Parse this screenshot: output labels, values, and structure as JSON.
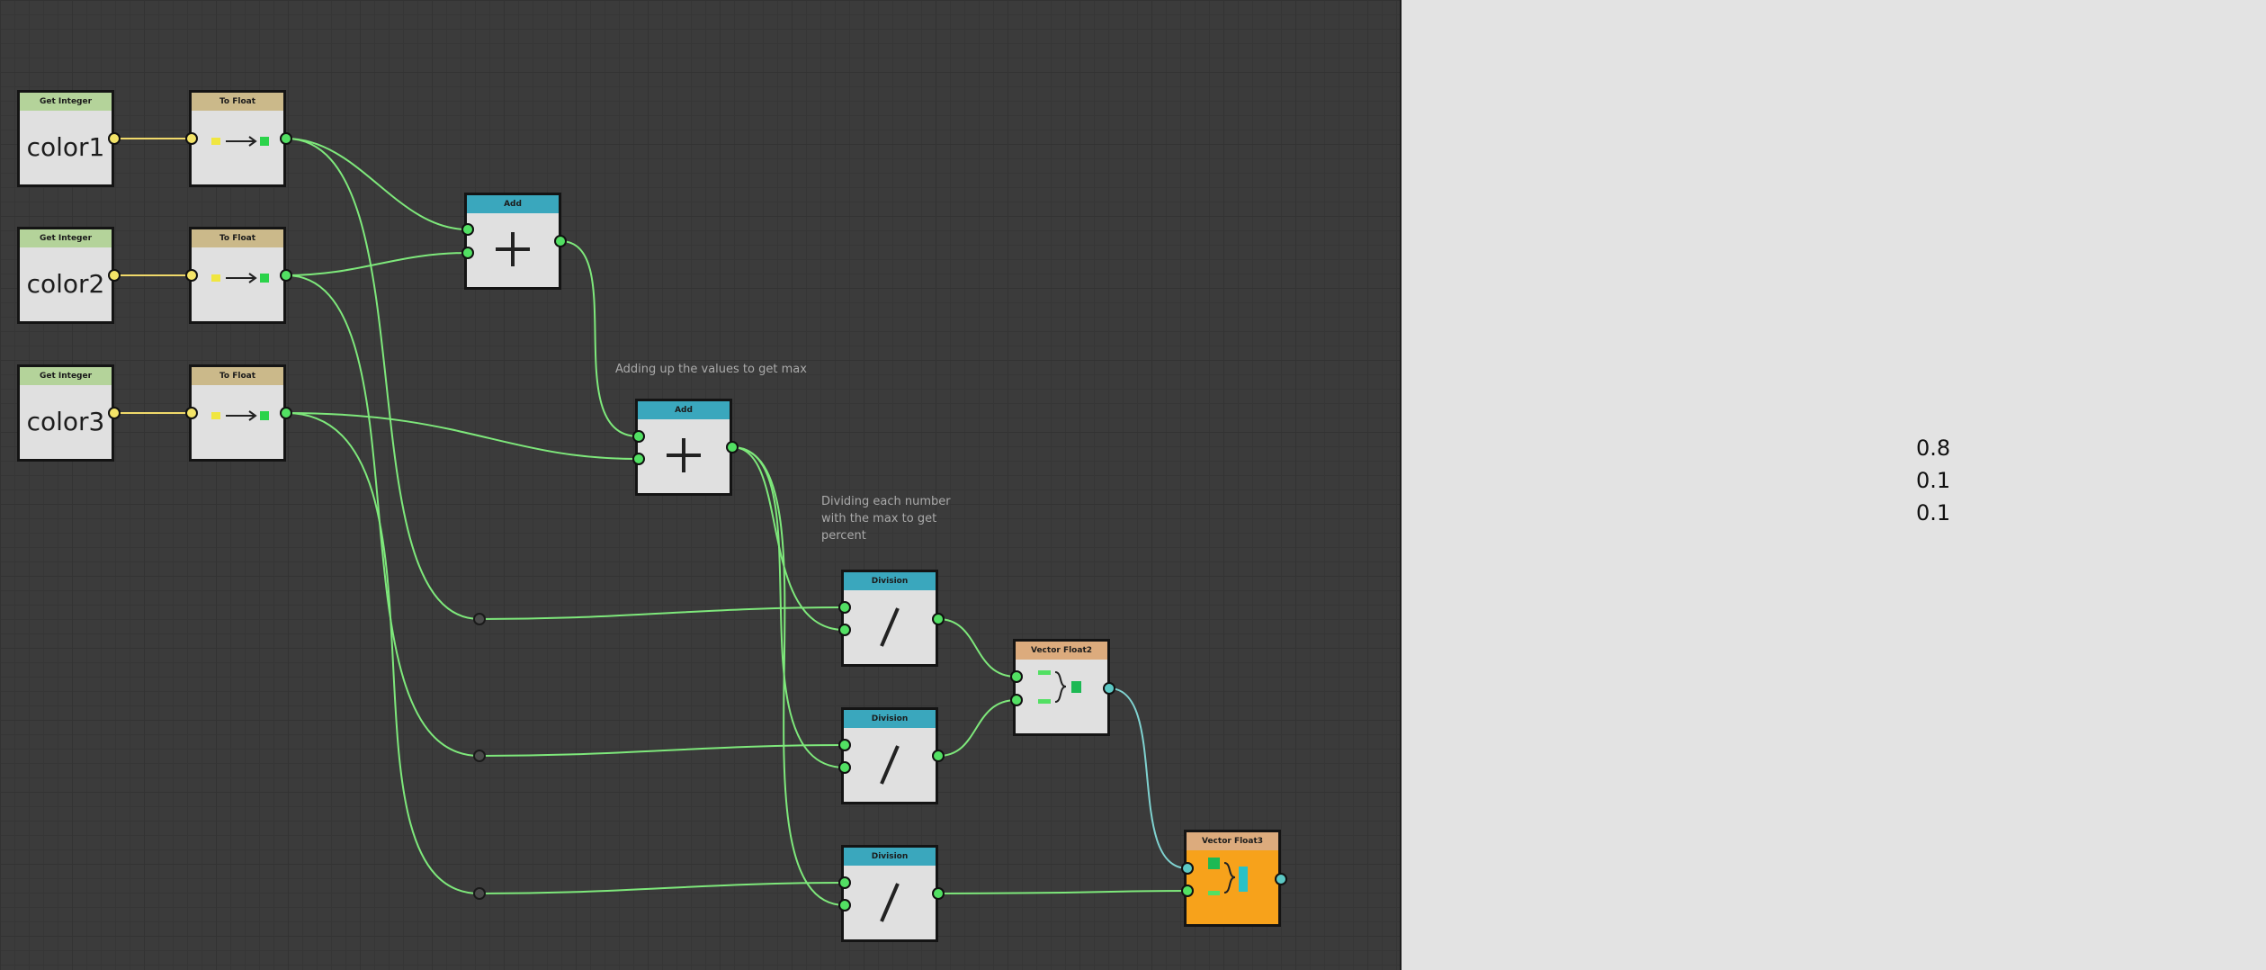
{
  "graph": {
    "nodes": {
      "get_int_1": {
        "title": "Get Integer",
        "value": "color1"
      },
      "get_int_2": {
        "title": "Get Integer",
        "value": "color2"
      },
      "get_int_3": {
        "title": "Get Integer",
        "value": "color3"
      },
      "to_float_1": {
        "title": "To Float"
      },
      "to_float_2": {
        "title": "To Float"
      },
      "to_float_3": {
        "title": "To Float"
      },
      "add_1": {
        "title": "Add"
      },
      "add_2": {
        "title": "Add"
      },
      "div_1": {
        "title": "Division"
      },
      "div_2": {
        "title": "Division"
      },
      "div_3": {
        "title": "Division"
      },
      "vec2": {
        "title": "Vector Float2"
      },
      "vec3": {
        "title": "Vector Float3"
      }
    },
    "comments": {
      "add_comment": "Adding up the values to get max",
      "div_comment_line1": "Dividing each number",
      "div_comment_line2": "with the max to get",
      "div_comment_line3": "percent"
    },
    "colors": {
      "wire_green": "#7ee87b",
      "wire_yellow": "#f0d96a",
      "wire_teal": "#7fd2d0",
      "vec3_body": "#f7a21b"
    }
  },
  "output": {
    "values": [
      "0.8",
      "0.1",
      "0.1"
    ]
  }
}
